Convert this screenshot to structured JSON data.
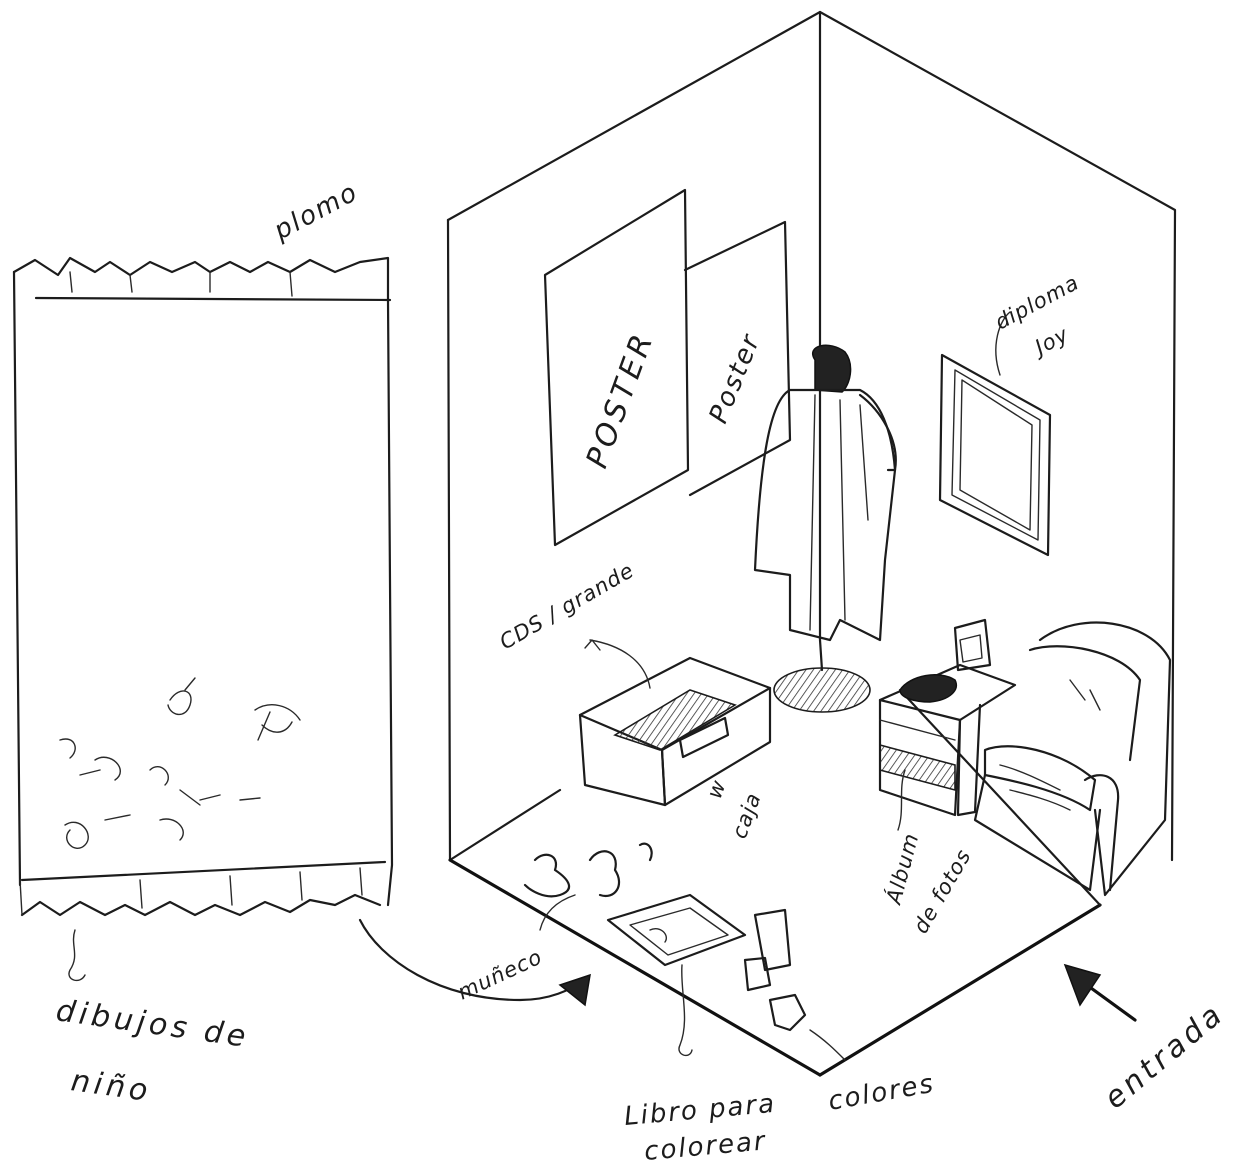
{
  "labels": {
    "plomo": "plomo",
    "dibujos_line1": "dibujos de",
    "dibujos_line2": "niño",
    "poster_left": "POSTER",
    "poster_right": "Poster",
    "diploma_line1": "diploma",
    "diploma_line2": "Joy",
    "cds": "CDS / grande",
    "caja_line1": "w",
    "caja_line2": "caja",
    "album_line1": "Álbum",
    "album_line2": "de fotos",
    "muneco": "muñeco",
    "libro_line1": "Libro para",
    "libro_line2": "colorear",
    "colores": "colores",
    "entrada": "entrada"
  },
  "colors": {
    "ink": "#1c1c1c",
    "paper": "#ffffff"
  }
}
